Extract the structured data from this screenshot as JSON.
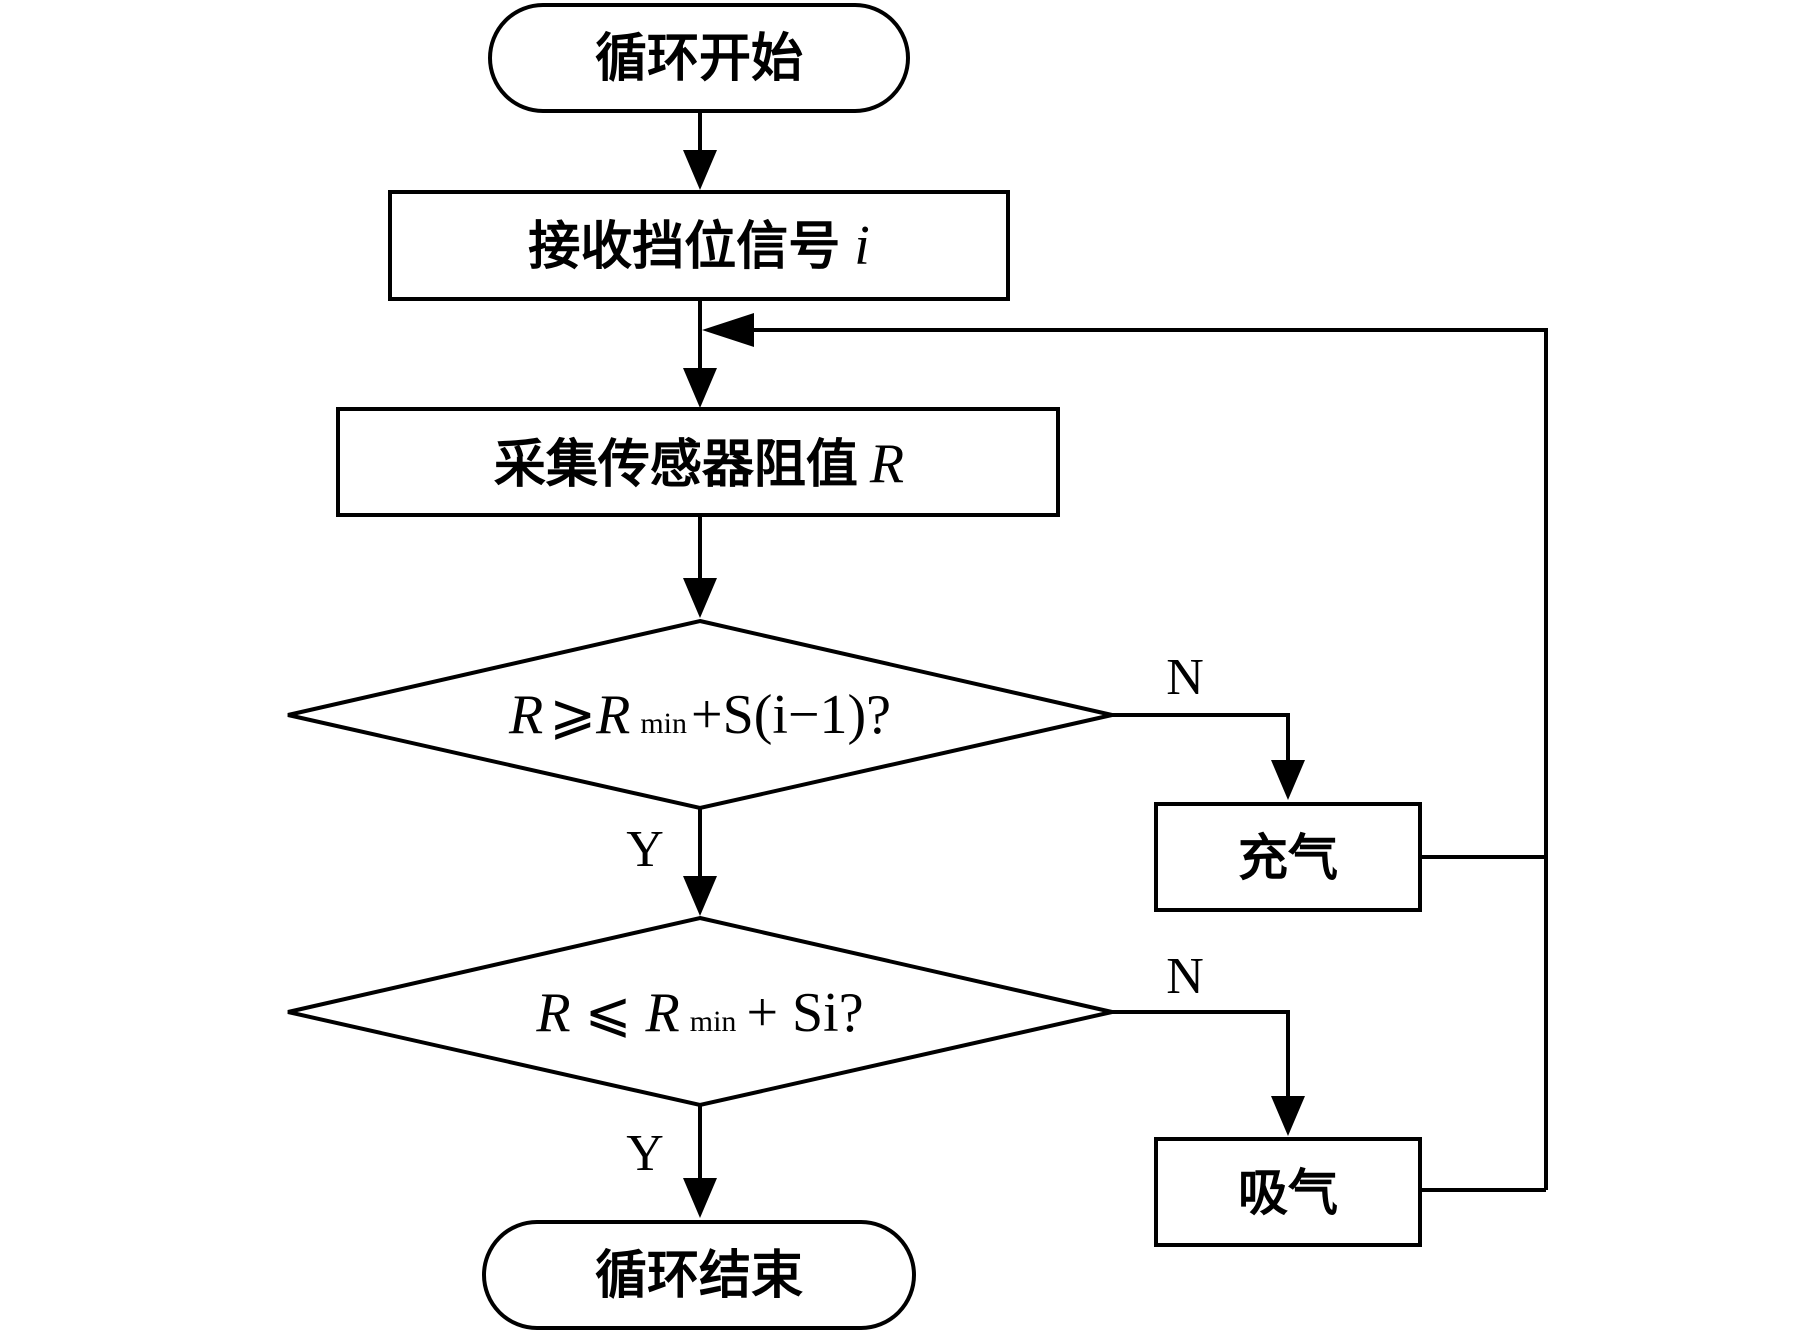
{
  "nodes": {
    "start": {
      "text": "循环开始"
    },
    "receive": {
      "text": "接收挡位信号",
      "var": "i"
    },
    "collect": {
      "text": "采集传感器阻值",
      "var": "R"
    },
    "cond1": {
      "text": "R⩾Rmin+S(i−1)?",
      "lhs": "R",
      "op": "⩾",
      "r": "R",
      "sub": "min",
      "rest": "+S(i−1)?"
    },
    "cond2": {
      "text": "R⩽Rmin+Si?",
      "lhs": "R",
      "op": "⩽",
      "r": "R",
      "sub": "min",
      "rest": "+ Si?"
    },
    "inflate": {
      "text": "充气"
    },
    "deflate": {
      "text": "吸气"
    },
    "end": {
      "text": "循环结束"
    }
  },
  "edge_labels": {
    "cond1_no": "N",
    "cond1_yes": "Y",
    "cond2_no": "N",
    "cond2_yes": "Y"
  },
  "edges": [
    {
      "from": "start",
      "to": "receive"
    },
    {
      "from": "receive",
      "to": "collect"
    },
    {
      "from": "collect",
      "to": "cond1"
    },
    {
      "from": "cond1",
      "to": "cond2",
      "label": "Y"
    },
    {
      "from": "cond1",
      "to": "inflate",
      "label": "N"
    },
    {
      "from": "cond2",
      "to": "end",
      "label": "Y"
    },
    {
      "from": "cond2",
      "to": "deflate",
      "label": "N"
    },
    {
      "from": "inflate",
      "to": "collect"
    },
    {
      "from": "deflate",
      "to": "collect"
    }
  ]
}
